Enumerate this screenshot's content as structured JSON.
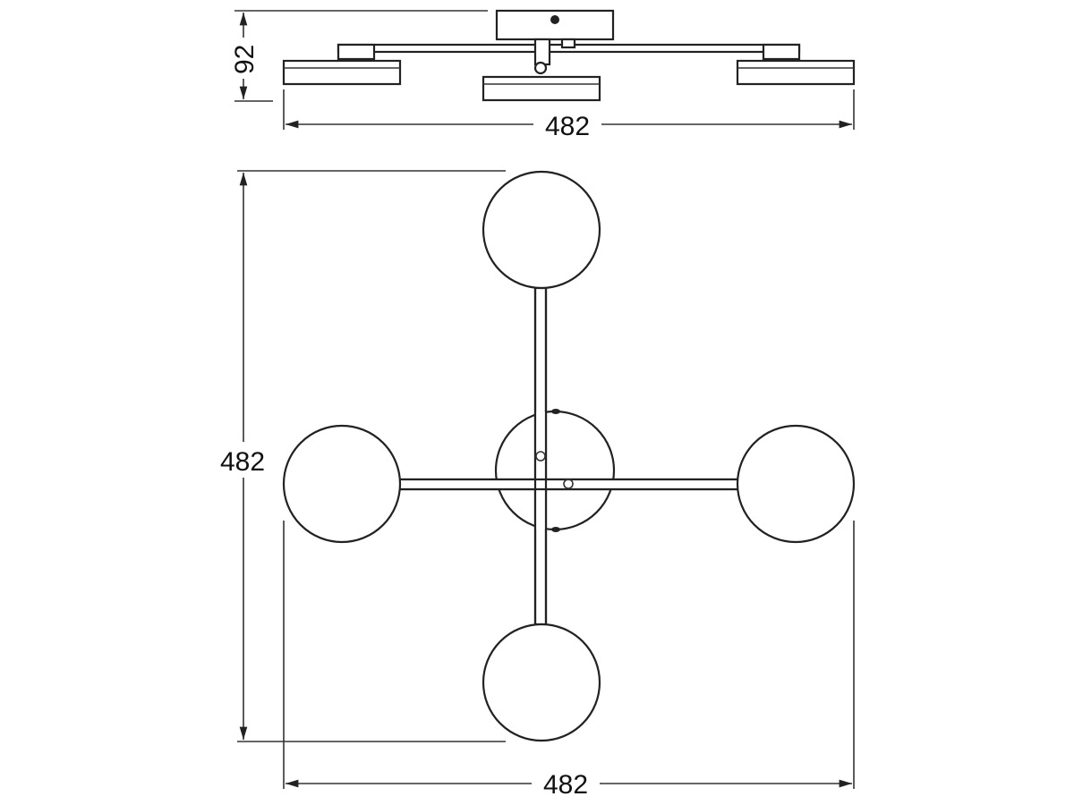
{
  "dimensions": {
    "side_height": "92",
    "side_width": "482",
    "top_height": "482",
    "top_width": "482"
  },
  "colors": {
    "line": "#222222",
    "background": "#ffffff"
  }
}
